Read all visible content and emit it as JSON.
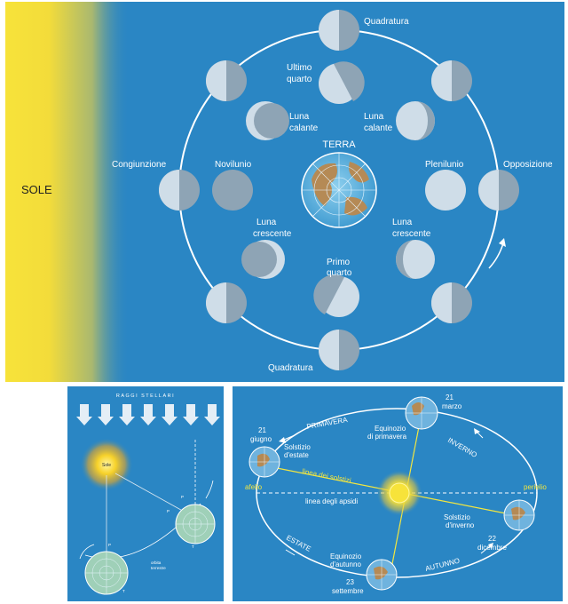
{
  "top": {
    "sun_label": "SOLE",
    "earth_label": "TERRA",
    "quadratura_top": "Quadratura",
    "quadratura_bottom": "Quadratura",
    "congiunzione": "Congiunzione",
    "opposizione": "Opposizione",
    "novilunio": "Novilunio",
    "plenilunio": "Plenilunio",
    "ultimo_quarto_1": "Ultimo",
    "ultimo_quarto_2": "quarto",
    "primo_quarto_1": "Primo",
    "primo_quarto_2": "quarto",
    "luna_calante_left_1": "Luna",
    "luna_calante_left_2": "calante",
    "luna_calante_right_1": "Luna",
    "luna_calante_right_2": "calante",
    "luna_crescente_left_1": "Luna",
    "luna_crescente_left_2": "crescente",
    "luna_crescente_right_1": "Luna",
    "luna_crescente_right_2": "crescente"
  },
  "bottom_left": {
    "title": "RAGGI STELLARI",
    "sun_label": "Sole",
    "orbit_1": "orbita",
    "orbit_2": "terrestre",
    "p1": "P",
    "p2": "P",
    "p3": "P",
    "t1": "T",
    "t2": "T"
  },
  "bottom_right": {
    "date_mar_1": "21",
    "date_mar_2": "marzo",
    "date_jun_1": "21",
    "date_jun_2": "giugno",
    "date_dec_1": "22",
    "date_dec_2": "dicembre",
    "date_sep_1": "23",
    "date_sep_2": "settembre",
    "equinozio_prim_1": "Equinozio",
    "equinozio_prim_2": "di primavera",
    "equinozio_aut_1": "Equinozio",
    "equinozio_aut_2": "d'autunno",
    "solstizio_est_1": "Solstizio",
    "solstizio_est_2": "d'estate",
    "solstizio_inv_1": "Solstizio",
    "solstizio_inv_2": "d'inverno",
    "primavera": "PRIMAVERA",
    "inverno": "INVERNO",
    "estate": "ESTATE",
    "autunno": "AUTUNNO",
    "linea_solstizi": "linea dei solstizi",
    "linea_apsidi": "linea degli apsidi",
    "afelio": "afelio",
    "perielio": "perielio"
  },
  "colors": {
    "background_blue": "#2a86c4",
    "sun_yellow": "#f7e33a",
    "moon_light": "#cfdde8",
    "moon_dark": "#8ea4b5",
    "line_yellow": "#f2e640"
  }
}
